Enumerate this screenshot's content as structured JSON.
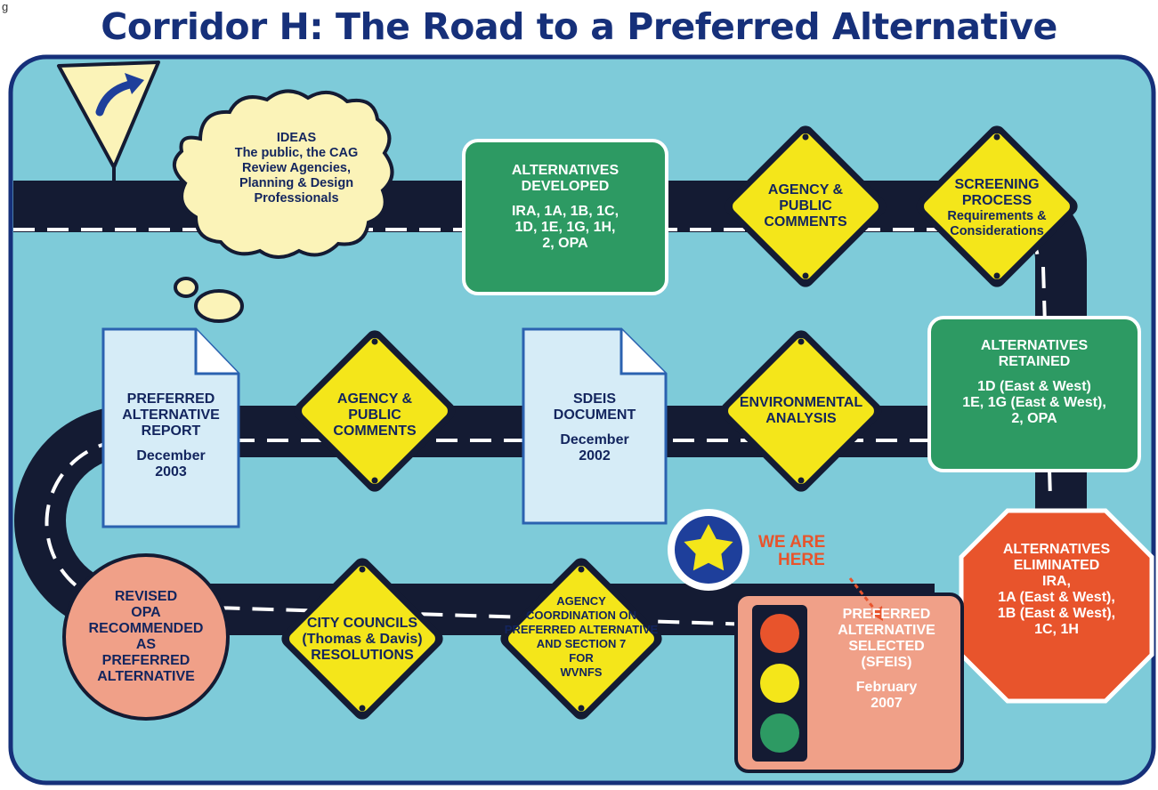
{
  "figure_label": "g",
  "title": "Corridor H: The Road to a Preferred Alternative",
  "colors": {
    "background": "#7ecbd9",
    "road": "#141b33",
    "sign_yellow": "#f4e61a",
    "green_box": "#2d9a63",
    "orange_octagon": "#e8542c",
    "document": "#d6ecf7",
    "circle": "#f0a088",
    "title": "#16307a"
  },
  "nodes": {
    "ideas": {
      "lines": [
        "IDEAS",
        "The public, the CAG",
        "Review Agencies,",
        "Planning & Design",
        "Professionals"
      ]
    },
    "alternatives_developed": {
      "heading": [
        "ALTERNATIVES",
        "DEVELOPED"
      ],
      "body": [
        "IRA, 1A, 1B, 1C,",
        "1D, 1E, 1G, 1H,",
        "2, OPA"
      ]
    },
    "agency_public_comments_1": {
      "lines": [
        "AGENCY &",
        "PUBLIC",
        "COMMENTS"
      ]
    },
    "screening_process": {
      "heading": [
        "SCREENING",
        "PROCESS"
      ],
      "body": [
        "Requirements &",
        "Considerations"
      ]
    },
    "alternatives_retained": {
      "heading": [
        "ALTERNATIVES",
        "RETAINED"
      ],
      "body": [
        "1D (East & West)",
        "1E, 1G (East & West),",
        "2, OPA"
      ]
    },
    "alternatives_eliminated": {
      "heading": [
        "ALTERNATIVES",
        "ELIMINATED"
      ],
      "body": [
        "IRA,",
        "1A (East & West),",
        "1B (East & West),",
        "1C, 1H"
      ]
    },
    "environmental_analysis": {
      "lines": [
        "ENVIRONMENTAL",
        "ANALYSIS"
      ]
    },
    "sdeis_document": {
      "heading": [
        "SDEIS",
        "DOCUMENT"
      ],
      "body": [
        "December",
        "2002"
      ]
    },
    "agency_public_comments_2": {
      "lines": [
        "AGENCY &",
        "PUBLIC",
        "COMMENTS"
      ]
    },
    "preferred_alternative_report": {
      "heading": [
        "PREFERRED",
        "ALTERNATIVE",
        "REPORT"
      ],
      "body": [
        "December",
        "2003"
      ]
    },
    "revised_opa": {
      "lines": [
        "REVISED",
        "OPA",
        "RECOMMENDED",
        "AS",
        "PREFERRED",
        "ALTERNATIVE"
      ]
    },
    "city_councils": {
      "lines": [
        "CITY COUNCILS",
        "(Thomas & Davis)",
        "RESOLUTIONS"
      ]
    },
    "agency_coordination": {
      "lines": [
        "AGENCY",
        "COORDINATION ON",
        "PREFERRED ALTERNATIVE",
        "AND SECTION 7",
        "FOR",
        "WVNFS"
      ]
    },
    "preferred_alternative_selected": {
      "heading": [
        "PREFERRED",
        "ALTERNATIVE",
        "SELECTED",
        "(SFEIS)"
      ],
      "body": [
        "February",
        "2007"
      ]
    }
  },
  "we_are_here": [
    "WE ARE",
    "HERE"
  ]
}
